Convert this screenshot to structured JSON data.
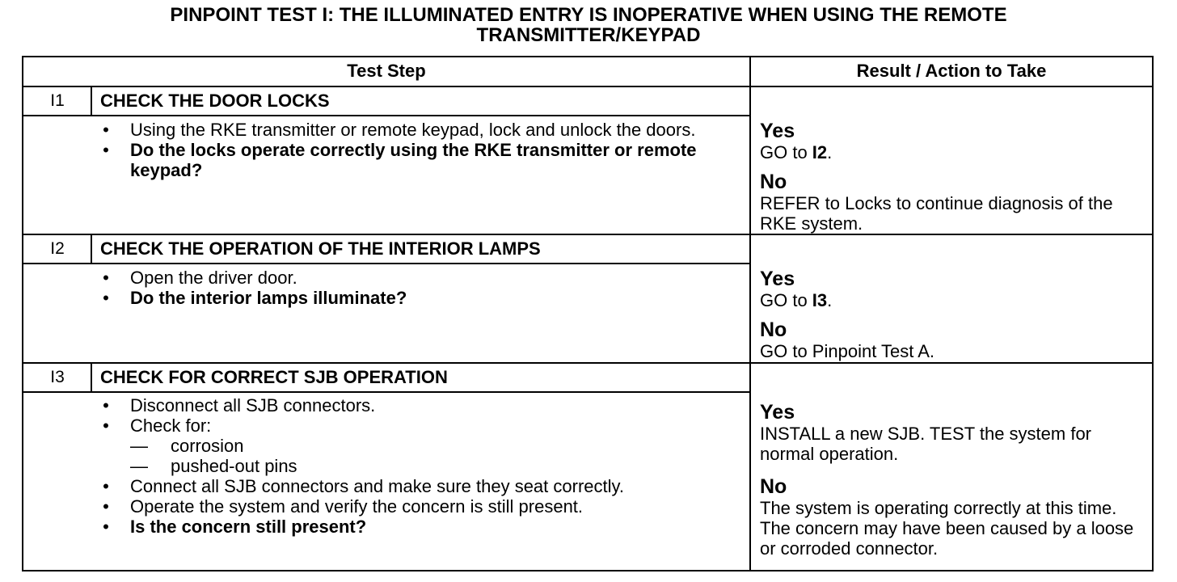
{
  "title": {
    "line1": "PINPOINT TEST I: THE ILLUMINATED ENTRY IS INOPERATIVE WHEN USING THE REMOTE",
    "line2": "TRANSMITTER/KEYPAD"
  },
  "table": {
    "headers": {
      "test_step": "Test Step",
      "result_action": "Result / Action to Take"
    },
    "rows": [
      {
        "id": "I1",
        "title": "CHECK THE DOOR LOCKS",
        "steps": [
          {
            "bullet": "•",
            "text": "Using the RKE transmitter or remote keypad, lock and unlock the doors."
          },
          {
            "bullet": "•",
            "text": "Do the locks operate correctly using the RKE transmitter or remote keypad?"
          }
        ],
        "yes_label": "Yes",
        "yes_action": "GO to ",
        "yes_ref": "I2",
        "yes_tail": ".",
        "no_label": "No",
        "no_action": "REFER to Locks to continue diagnosis of the RKE system."
      },
      {
        "id": "I2",
        "title": "CHECK THE OPERATION OF THE INTERIOR LAMPS",
        "steps": [
          {
            "bullet": "•",
            "text": "Open the driver door."
          },
          {
            "bullet": "•",
            "text": "Do the interior lamps illuminate?"
          }
        ],
        "yes_label": "Yes",
        "yes_action": "GO to ",
        "yes_ref": "I3",
        "yes_tail": ".",
        "no_label": "No",
        "no_action": "GO to Pinpoint Test A."
      },
      {
        "id": "I3",
        "title": "CHECK FOR CORRECT SJB OPERATION",
        "steps": [
          {
            "bullet": "•",
            "text": "Disconnect all SJB connectors."
          },
          {
            "bullet": "•",
            "text": "Check for:"
          },
          {
            "dash": "—",
            "text": "corrosion"
          },
          {
            "dash": "—",
            "text": "pushed-out pins"
          },
          {
            "bullet": "•",
            "text": "Connect all SJB connectors and make sure they seat correctly."
          },
          {
            "bullet": "•",
            "text": "Operate the system and verify the concern is still present."
          },
          {
            "bullet": "•",
            "text": "Is the concern still present?"
          }
        ],
        "yes_label": "Yes",
        "yes_action": "INSTALL a new SJB. TEST the system for normal operation.",
        "no_label": "No",
        "no_action": "The system is operating correctly at this time. The concern may have been caused by a loose or corroded connector."
      }
    ]
  }
}
